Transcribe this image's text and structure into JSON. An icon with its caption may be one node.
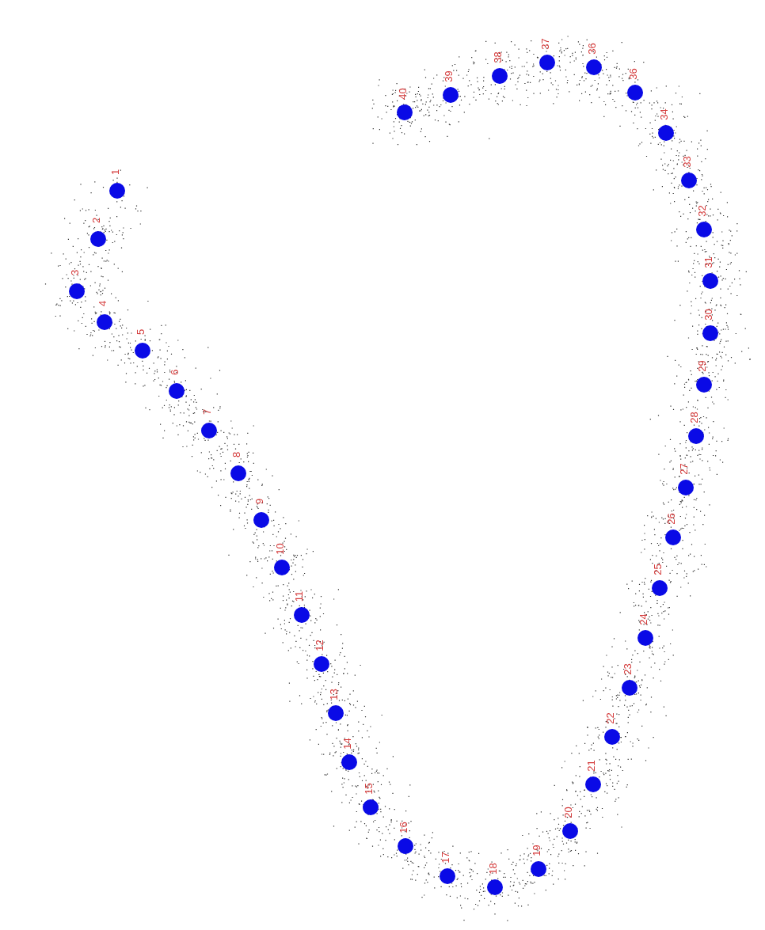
{
  "diagram": {
    "nodes": [
      {
        "text": [],
        "shape": "circle",
        "beside": [
          "1"
        ]
      },
      {
        "text": [],
        "shape": "circle",
        "beside": [
          "2"
        ]
      },
      {
        "text": [],
        "shape": "circle",
        "beside": [
          "3"
        ]
      },
      {
        "text": [],
        "shape": "circle",
        "beside": [
          "4"
        ]
      },
      {
        "text": [],
        "shape": "circle",
        "beside": [
          "5"
        ]
      },
      {
        "text": [],
        "shape": "circle",
        "beside": [
          "6"
        ]
      },
      {
        "text": [],
        "shape": "circle",
        "beside": [
          "7"
        ]
      },
      {
        "text": [],
        "shape": "circle",
        "beside": [
          "8"
        ]
      },
      {
        "text": [],
        "shape": "circle",
        "beside": [
          "9"
        ]
      },
      {
        "text": [],
        "shape": "circle",
        "beside": [
          "10"
        ]
      },
      {
        "text": [],
        "shape": "circle",
        "beside": [
          "11"
        ]
      },
      {
        "text": [],
        "shape": "circle",
        "beside": [
          "12"
        ]
      },
      {
        "text": [],
        "shape": "circle",
        "beside": [
          "13"
        ]
      },
      {
        "text": [],
        "shape": "circle",
        "beside": [
          "14"
        ]
      },
      {
        "text": [],
        "shape": "circle",
        "beside": [
          "15"
        ]
      },
      {
        "text": [],
        "shape": "circle",
        "beside": [
          "16"
        ]
      },
      {
        "text": [],
        "shape": "circle",
        "beside": [
          "17"
        ]
      },
      {
        "text": [],
        "shape": "circle",
        "beside": [
          "18"
        ]
      },
      {
        "text": [],
        "shape": "circle",
        "beside": [
          "19"
        ]
      },
      {
        "text": [],
        "shape": "circle",
        "beside": [
          "20"
        ]
      },
      {
        "text": [],
        "shape": "circle",
        "beside": [
          "21"
        ]
      },
      {
        "text": [],
        "shape": "circle",
        "beside": [
          "22"
        ]
      },
      {
        "text": [],
        "shape": "circle",
        "beside": [
          "23"
        ]
      },
      {
        "text": [],
        "shape": "circle",
        "beside": [
          "24"
        ]
      },
      {
        "text": [],
        "shape": "circle",
        "beside": [
          "25"
        ]
      },
      {
        "text": [],
        "shape": "circle",
        "beside": [
          "26"
        ]
      },
      {
        "text": [],
        "shape": "circle",
        "beside": [
          "27"
        ]
      },
      {
        "text": [],
        "shape": "circle",
        "beside": [
          "28"
        ]
      },
      {
        "text": [],
        "shape": "circle",
        "beside": [
          "29"
        ]
      },
      {
        "text": [],
        "shape": "circle",
        "beside": [
          "30"
        ]
      },
      {
        "text": [],
        "shape": "circle",
        "beside": [
          "31"
        ]
      },
      {
        "text": [],
        "shape": "circle",
        "beside": [
          "32"
        ]
      },
      {
        "text": [],
        "shape": "circle",
        "beside": [
          "33"
        ]
      },
      {
        "text": [],
        "shape": "circle",
        "beside": [
          "34"
        ]
      },
      {
        "text": [],
        "shape": "circle",
        "beside": [
          "36"
        ]
      },
      {
        "text": [],
        "shape": "circle",
        "beside": [
          "36"
        ]
      },
      {
        "text": [],
        "shape": "circle",
        "beside": [
          "37"
        ]
      },
      {
        "text": [],
        "shape": "circle",
        "beside": [
          "38"
        ]
      },
      {
        "text": [],
        "shape": "circle",
        "beside": [
          "39"
        ]
      },
      {
        "text": [],
        "shape": "circle",
        "beside": [
          "40"
        ]
      }
    ]
  }
}
